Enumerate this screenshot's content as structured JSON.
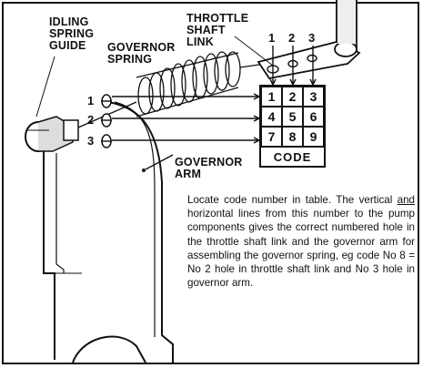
{
  "labels": {
    "idling_spring_guide": [
      "IDLING",
      "SPRING",
      "GUIDE"
    ],
    "governor_spring": [
      "GOVERNOR",
      "SPRING"
    ],
    "throttle_shaft_link": [
      "THROTTLE",
      "SHAFT",
      "LINK"
    ],
    "governor_arm": [
      "GOVERNOR",
      "ARM"
    ]
  },
  "link_holes": [
    "1",
    "2",
    "3"
  ],
  "arm_holes": [
    "1",
    "2",
    "3"
  ],
  "code_table": {
    "rows": [
      [
        "1",
        "2",
        "3"
      ],
      [
        "4",
        "5",
        "6"
      ],
      [
        "7",
        "8",
        "9"
      ]
    ],
    "caption": "CODE"
  },
  "note": {
    "part1": "Locate code number in table. The vertical ",
    "and_word": "and",
    "part2": " horizontal lines from this number to the pump components gives the correct numbered hole in the throttle shaft link and the governor arm for assembling the governor spring, eg code No 8 = No 2 hole in throttle shaft link and No 3 hole in governor arm."
  }
}
